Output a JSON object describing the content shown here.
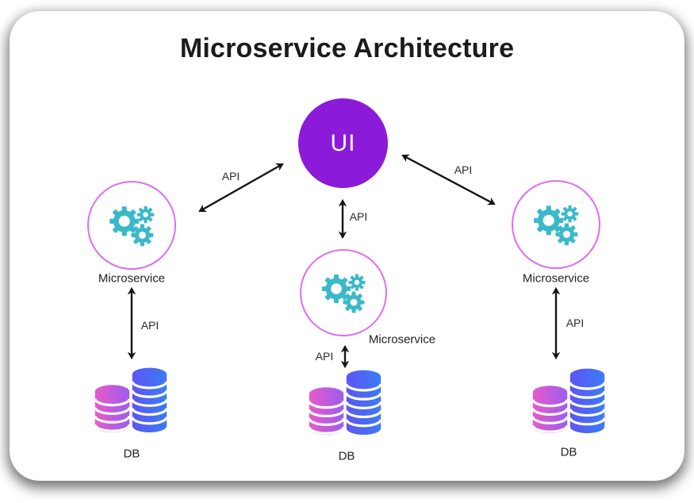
{
  "title": "Microservice Architecture",
  "colors": {
    "ui-purple": "#8B1BD9",
    "ms-border": "#DC6EF3",
    "gear-teal": "#3BB9C9",
    "arrow": "#151515",
    "db-pink-a": "#E75BC8",
    "db-pink-b": "#9D5CF0",
    "db-blue-a": "#5E56F0",
    "db-blue-b": "#3A7BF7"
  },
  "nodes": {
    "ui": {
      "label": "UI"
    },
    "microservice_left": {
      "label": "Microservice"
    },
    "microservice_center": {
      "label": "Microservice"
    },
    "microservice_right": {
      "label": "Microservice"
    },
    "db_left": {
      "label": "DB"
    },
    "db_center": {
      "label": "DB"
    },
    "db_right": {
      "label": "DB"
    }
  },
  "connections": [
    {
      "from": "ui",
      "to": "microservice_left",
      "label": "API"
    },
    {
      "from": "ui",
      "to": "microservice_right",
      "label": "API"
    },
    {
      "from": "ui",
      "to": "microservice_center",
      "label": "API"
    },
    {
      "from": "microservice_left",
      "to": "db_left",
      "label": "API"
    },
    {
      "from": "microservice_center",
      "to": "db_center",
      "label": "API"
    },
    {
      "from": "microservice_right",
      "to": "db_right",
      "label": "API"
    }
  ]
}
